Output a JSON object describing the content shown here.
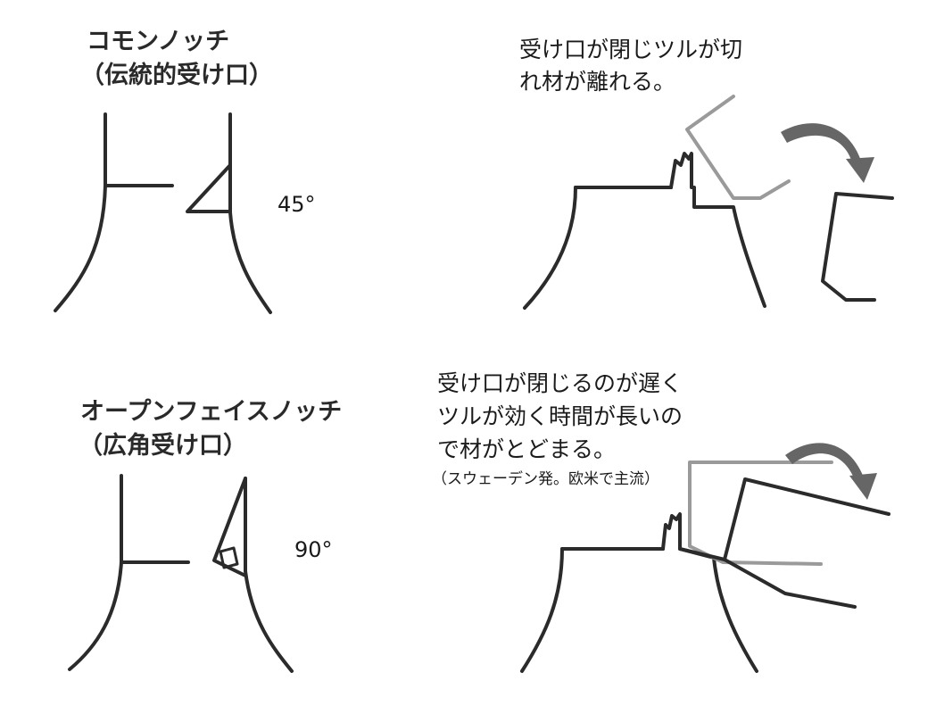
{
  "panels": {
    "common_notch": {
      "title_line1": "コモンノッチ",
      "title_line2": "（伝統的受け口）",
      "angle": "45°"
    },
    "open_face_notch": {
      "title_line1": "オープンフェイスノッチ",
      "title_line2": "（広角受け口）",
      "angle": "90°"
    },
    "common_result": {
      "caption_line1": "受け口が閉じツルが切",
      "caption_line2": "れ材が離れる。"
    },
    "open_face_result": {
      "caption_line1": "受け口が閉じるのが遅く",
      "caption_line2": "ツルが効く時間が長いの",
      "caption_line3": "で材がとどまる。",
      "note": "（スウェーデン発。欧米で主流）"
    }
  },
  "colors": {
    "line": "#2b2b2b",
    "falling_log_ghost": "#9a9a9a",
    "arrow": "#666666"
  }
}
